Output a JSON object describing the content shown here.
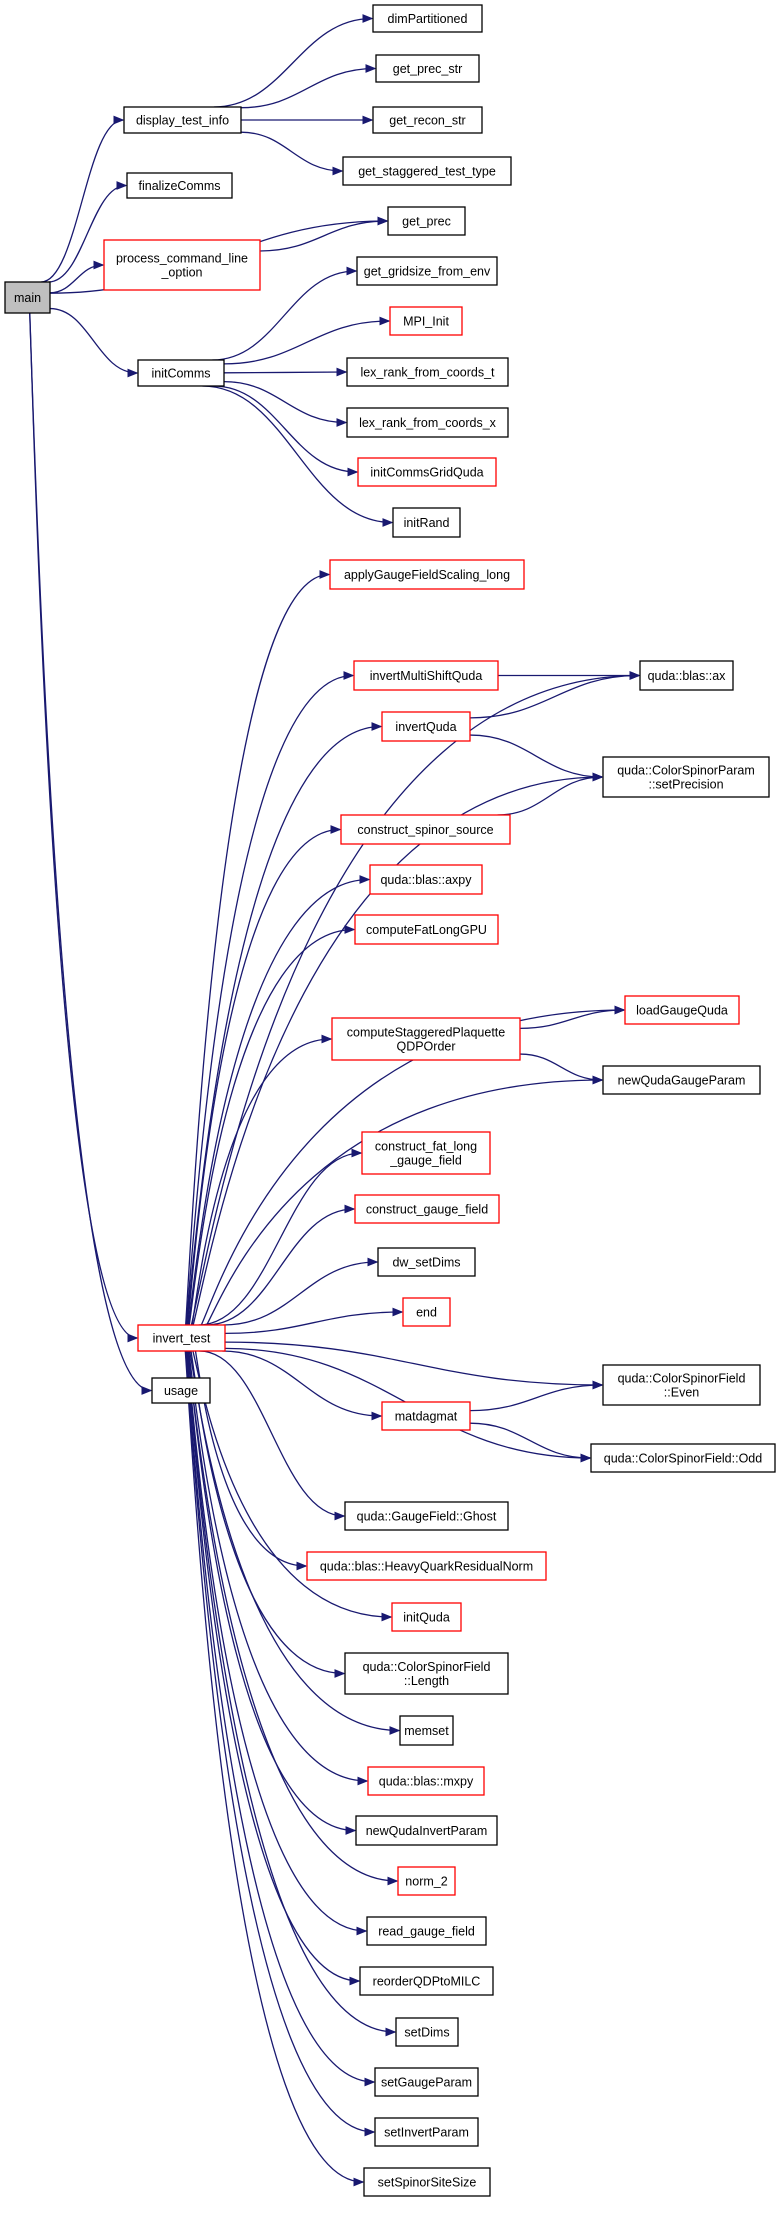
{
  "colors": {
    "edge": "#191970",
    "node_fill": "#ffffff",
    "node_border": "#000000",
    "node_border_undocumented": "#ff0000",
    "root_fill": "#bfbfbf"
  },
  "nodes": {
    "main": {
      "lines": [
        "main"
      ],
      "style": "root"
    },
    "display_test_info": {
      "lines": [
        "display_test_info"
      ],
      "style": "normal"
    },
    "finalizeComms": {
      "lines": [
        "finalizeComms"
      ],
      "style": "normal"
    },
    "process_command_line_option": {
      "lines": [
        "process_command_line",
        "_option"
      ],
      "style": "red"
    },
    "initComms": {
      "lines": [
        "initComms"
      ],
      "style": "normal"
    },
    "invert_test": {
      "lines": [
        "invert_test"
      ],
      "style": "red"
    },
    "usage": {
      "lines": [
        "usage"
      ],
      "style": "normal"
    },
    "dimPartitioned": {
      "lines": [
        "dimPartitioned"
      ],
      "style": "normal"
    },
    "get_prec_str": {
      "lines": [
        "get_prec_str"
      ],
      "style": "normal"
    },
    "get_recon_str": {
      "lines": [
        "get_recon_str"
      ],
      "style": "normal"
    },
    "get_staggered_test_type": {
      "lines": [
        "get_staggered_test_type"
      ],
      "style": "normal"
    },
    "get_prec": {
      "lines": [
        "get_prec"
      ],
      "style": "normal"
    },
    "get_gridsize_from_env": {
      "lines": [
        "get_gridsize_from_env"
      ],
      "style": "normal"
    },
    "MPI_Init": {
      "lines": [
        "MPI_Init"
      ],
      "style": "red"
    },
    "lex_rank_from_coords_t": {
      "lines": [
        "lex_rank_from_coords_t"
      ],
      "style": "normal"
    },
    "lex_rank_from_coords_x": {
      "lines": [
        "lex_rank_from_coords_x"
      ],
      "style": "normal"
    },
    "initCommsGridQuda": {
      "lines": [
        "initCommsGridQuda"
      ],
      "style": "red"
    },
    "initRand": {
      "lines": [
        "initRand"
      ],
      "style": "normal"
    },
    "applyGaugeFieldScaling_long": {
      "lines": [
        "applyGaugeFieldScaling_long"
      ],
      "style": "red"
    },
    "invertMultiShiftQuda": {
      "lines": [
        "invertMultiShiftQuda"
      ],
      "style": "red"
    },
    "blas_ax": {
      "lines": [
        "quda::blas::ax"
      ],
      "style": "normal"
    },
    "invertQuda": {
      "lines": [
        "invertQuda"
      ],
      "style": "red"
    },
    "ColorSpinorParam_setPrecision": {
      "lines": [
        "quda::ColorSpinorParam",
        "::setPrecision"
      ],
      "style": "normal"
    },
    "construct_spinor_source": {
      "lines": [
        "construct_spinor_source"
      ],
      "style": "red"
    },
    "blas_axpy": {
      "lines": [
        "quda::blas::axpy"
      ],
      "style": "red"
    },
    "computeFatLongGPU": {
      "lines": [
        "computeFatLongGPU"
      ],
      "style": "red"
    },
    "loadGaugeQuda": {
      "lines": [
        "loadGaugeQuda"
      ],
      "style": "red"
    },
    "computeStaggeredPlaquetteQDPOrder": {
      "lines": [
        "computeStaggeredPlaquette",
        "QDPOrder"
      ],
      "style": "red"
    },
    "newQudaGaugeParam": {
      "lines": [
        "newQudaGaugeParam"
      ],
      "style": "normal"
    },
    "construct_fat_long_gauge_field": {
      "lines": [
        "construct_fat_long",
        "_gauge_field"
      ],
      "style": "red"
    },
    "construct_gauge_field": {
      "lines": [
        "construct_gauge_field"
      ],
      "style": "red"
    },
    "dw_setDims": {
      "lines": [
        "dw_setDims"
      ],
      "style": "normal"
    },
    "end": {
      "lines": [
        "end"
      ],
      "style": "red"
    },
    "ColorSpinorField_Even": {
      "lines": [
        "quda::ColorSpinorField",
        "::Even"
      ],
      "style": "normal"
    },
    "matdagmat": {
      "lines": [
        "matdagmat"
      ],
      "style": "red"
    },
    "ColorSpinorField_Odd": {
      "lines": [
        "quda::ColorSpinorField::Odd"
      ],
      "style": "normal"
    },
    "GaugeField_Ghost": {
      "lines": [
        "quda::GaugeField::Ghost"
      ],
      "style": "normal"
    },
    "HeavyQuarkResidualNorm": {
      "lines": [
        "quda::blas::HeavyQuarkResidualNorm"
      ],
      "style": "red"
    },
    "initQuda": {
      "lines": [
        "initQuda"
      ],
      "style": "red"
    },
    "ColorSpinorField_Length": {
      "lines": [
        "quda::ColorSpinorField",
        "::Length"
      ],
      "style": "normal"
    },
    "memset": {
      "lines": [
        "memset"
      ],
      "style": "normal"
    },
    "blas_mxpy": {
      "lines": [
        "quda::blas::mxpy"
      ],
      "style": "red"
    },
    "newQudaInvertParam": {
      "lines": [
        "newQudaInvertParam"
      ],
      "style": "normal"
    },
    "norm_2": {
      "lines": [
        "norm_2"
      ],
      "style": "red"
    },
    "read_gauge_field": {
      "lines": [
        "read_gauge_field"
      ],
      "style": "normal"
    },
    "reorderQDPtoMILC": {
      "lines": [
        "reorderQDPtoMILC"
      ],
      "style": "normal"
    },
    "setDims": {
      "lines": [
        "setDims"
      ],
      "style": "normal"
    },
    "setGaugeParam": {
      "lines": [
        "setGaugeParam"
      ],
      "style": "normal"
    },
    "setInvertParam": {
      "lines": [
        "setInvertParam"
      ],
      "style": "normal"
    },
    "setSpinorSiteSize": {
      "lines": [
        "setSpinorSiteSize"
      ],
      "style": "normal"
    }
  },
  "edges": [
    [
      "main",
      "display_test_info"
    ],
    [
      "main",
      "finalizeComms"
    ],
    [
      "main",
      "get_prec"
    ],
    [
      "main",
      "process_command_line_option"
    ],
    [
      "main",
      "initComms"
    ],
    [
      "main",
      "invert_test"
    ],
    [
      "main",
      "usage"
    ],
    [
      "display_test_info",
      "dimPartitioned"
    ],
    [
      "display_test_info",
      "get_prec_str"
    ],
    [
      "display_test_info",
      "get_recon_str"
    ],
    [
      "display_test_info",
      "get_staggered_test_type"
    ],
    [
      "process_command_line_option",
      "get_prec"
    ],
    [
      "initComms",
      "get_gridsize_from_env"
    ],
    [
      "initComms",
      "MPI_Init"
    ],
    [
      "initComms",
      "lex_rank_from_coords_t"
    ],
    [
      "initComms",
      "lex_rank_from_coords_x"
    ],
    [
      "initComms",
      "initCommsGridQuda"
    ],
    [
      "initComms",
      "initRand"
    ],
    [
      "invert_test",
      "applyGaugeFieldScaling_long"
    ],
    [
      "invert_test",
      "blas_ax"
    ],
    [
      "invert_test",
      "invertMultiShiftQuda"
    ],
    [
      "invert_test",
      "invertQuda"
    ],
    [
      "invert_test",
      "ColorSpinorParam_setPrecision"
    ],
    [
      "invert_test",
      "construct_spinor_source"
    ],
    [
      "invert_test",
      "blas_axpy"
    ],
    [
      "invert_test",
      "computeFatLongGPU"
    ],
    [
      "invert_test",
      "loadGaugeQuda"
    ],
    [
      "invert_test",
      "computeStaggeredPlaquetteQDPOrder"
    ],
    [
      "invert_test",
      "newQudaGaugeParam"
    ],
    [
      "invert_test",
      "construct_fat_long_gauge_field"
    ],
    [
      "invert_test",
      "construct_gauge_field"
    ],
    [
      "invert_test",
      "dw_setDims"
    ],
    [
      "invert_test",
      "end"
    ],
    [
      "invert_test",
      "ColorSpinorField_Even"
    ],
    [
      "invert_test",
      "matdagmat"
    ],
    [
      "invert_test",
      "ColorSpinorField_Odd"
    ],
    [
      "invert_test",
      "GaugeField_Ghost"
    ],
    [
      "invert_test",
      "HeavyQuarkResidualNorm"
    ],
    [
      "invert_test",
      "initQuda"
    ],
    [
      "invert_test",
      "ColorSpinorField_Length"
    ],
    [
      "invert_test",
      "memset"
    ],
    [
      "invert_test",
      "blas_mxpy"
    ],
    [
      "invert_test",
      "newQudaInvertParam"
    ],
    [
      "invert_test",
      "norm_2"
    ],
    [
      "invert_test",
      "read_gauge_field"
    ],
    [
      "invert_test",
      "reorderQDPtoMILC"
    ],
    [
      "invert_test",
      "setDims"
    ],
    [
      "invert_test",
      "setGaugeParam"
    ],
    [
      "invert_test",
      "setInvertParam"
    ],
    [
      "invert_test",
      "setSpinorSiteSize"
    ],
    [
      "invertMultiShiftQuda",
      "blas_ax"
    ],
    [
      "invertQuda",
      "blas_ax"
    ],
    [
      "invertQuda",
      "ColorSpinorParam_setPrecision"
    ],
    [
      "construct_spinor_source",
      "ColorSpinorParam_setPrecision"
    ],
    [
      "computeStaggeredPlaquetteQDPOrder",
      "loadGaugeQuda"
    ],
    [
      "computeStaggeredPlaquetteQDPOrder",
      "newQudaGaugeParam"
    ],
    [
      "matdagmat",
      "ColorSpinorField_Even"
    ],
    [
      "matdagmat",
      "ColorSpinorField_Odd"
    ]
  ]
}
